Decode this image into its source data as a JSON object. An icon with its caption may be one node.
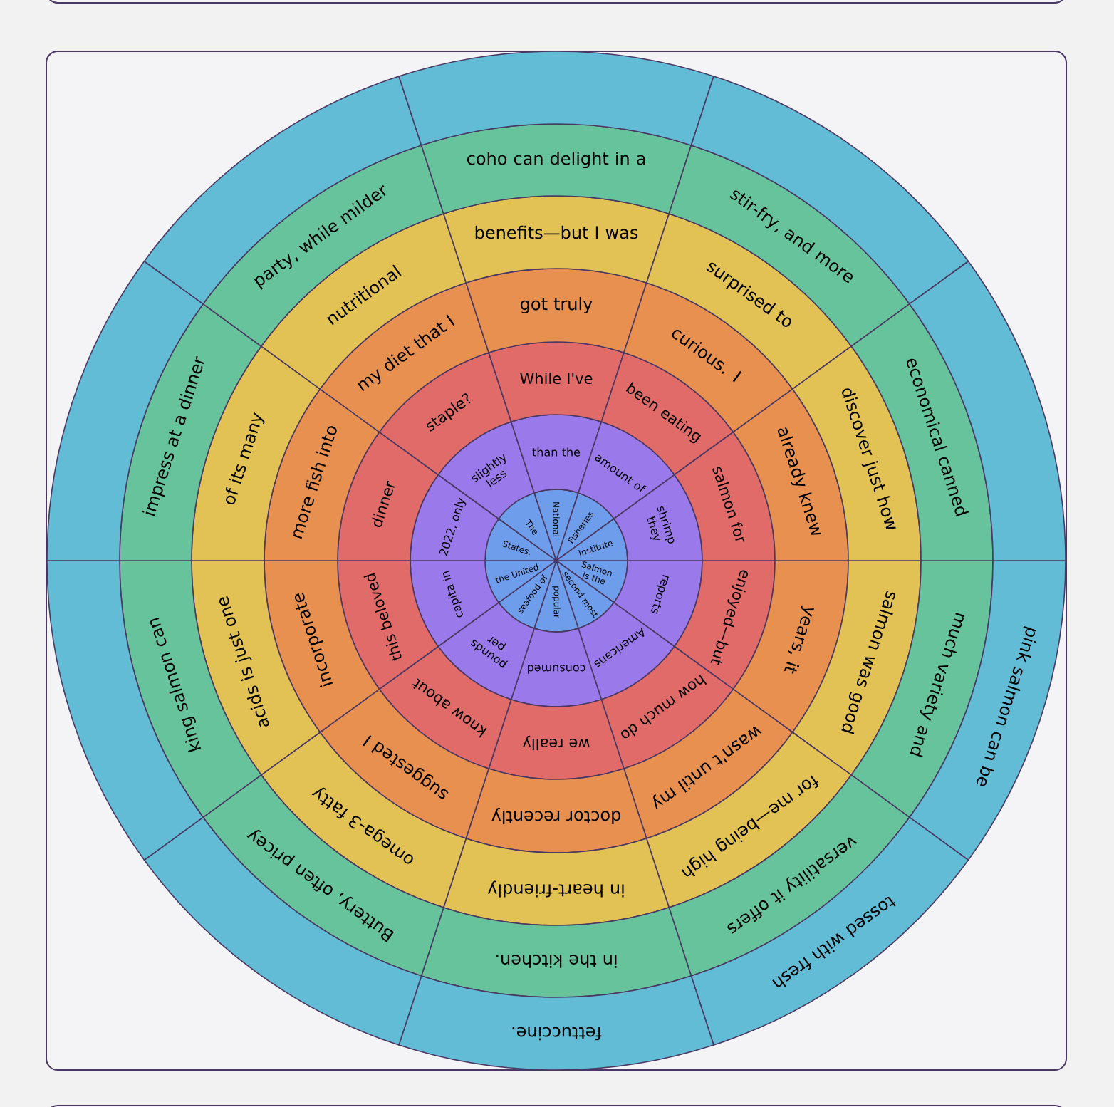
{
  "diagram": {
    "nodes": [
      {
        "text": [
          "Salmon is the"
        ]
      },
      {
        "text": [
          "second most"
        ]
      },
      {
        "text": [
          "popular"
        ]
      },
      {
        "text": [
          "seafood of"
        ]
      },
      {
        "text": [
          "the United"
        ]
      },
      {
        "text": [
          "States."
        ]
      },
      {
        "text": [
          "The"
        ]
      },
      {
        "text": [
          "National"
        ]
      },
      {
        "text": [
          "Fisheries"
        ]
      },
      {
        "text": [
          "Institute"
        ]
      },
      {
        "text": [
          "reports"
        ]
      },
      {
        "text": [
          "Americans"
        ]
      },
      {
        "text": [
          "consumed"
        ]
      },
      {
        "text": [
          "pounds per"
        ]
      },
      {
        "text": [
          "capita in"
        ]
      },
      {
        "text": [
          "2022, only"
        ]
      },
      {
        "text": [
          "slightly less"
        ]
      },
      {
        "text": [
          "than the"
        ]
      },
      {
        "text": [
          "amount of"
        ]
      },
      {
        "text": [
          "shrimp they"
        ]
      },
      {
        "text": [
          "enjoyed—but"
        ]
      },
      {
        "text": [
          "how much do"
        ]
      },
      {
        "text": [
          "we really"
        ]
      },
      {
        "text": [
          "know about"
        ]
      },
      {
        "text": [
          "this beloved"
        ]
      },
      {
        "text": [
          "dinner"
        ]
      },
      {
        "text": [
          "staple?"
        ]
      },
      {
        "text": [
          "While I've"
        ]
      },
      {
        "text": [
          "been eating"
        ]
      },
      {
        "text": [
          "salmon for"
        ]
      },
      {
        "text": [
          "years, it"
        ]
      },
      {
        "text": [
          "wasn't until my"
        ]
      },
      {
        "text": [
          "doctor recently"
        ]
      },
      {
        "text": [
          "suggested I"
        ]
      },
      {
        "text": [
          "incorporate"
        ]
      },
      {
        "text": [
          "more fish into"
        ]
      },
      {
        "text": [
          "my diet that I"
        ]
      },
      {
        "text": [
          "got truly"
        ]
      },
      {
        "text": [
          "curious. I"
        ]
      },
      {
        "text": [
          "already knew"
        ]
      },
      {
        "text": [
          "salmon was good"
        ]
      },
      {
        "text": [
          "for me—being high"
        ]
      },
      {
        "text": [
          "in heart-friendly"
        ]
      },
      {
        "text": [
          "omega-3 fatty"
        ]
      },
      {
        "text": [
          "acids is just one"
        ]
      },
      {
        "text": [
          "of its many"
        ]
      },
      {
        "text": [
          "nutritional"
        ]
      },
      {
        "text": [
          "benefits—but I was"
        ]
      },
      {
        "text": [
          "surprised to"
        ]
      },
      {
        "text": [
          "discover just how"
        ]
      },
      {
        "text": [
          "much variety and"
        ]
      },
      {
        "text": [
          "versatility it offers"
        ]
      },
      {
        "text": [
          "in the kitchen."
        ]
      },
      {
        "text": [
          "Buttery, often pricey"
        ]
      },
      {
        "text": [
          "king salmon can"
        ]
      },
      {
        "text": [
          "impress at a dinner"
        ]
      },
      {
        "text": [
          "party, while milder"
        ]
      },
      {
        "text": [
          "coho can delight in a"
        ]
      },
      {
        "text": [
          "stir-fry, and more"
        ]
      },
      {
        "text": [
          "economical canned"
        ]
      },
      {
        "text": [
          "pink salmon can be"
        ]
      },
      {
        "text": [
          "tossed with fresh"
        ]
      },
      {
        "text": [
          "fettuccine."
        ]
      },
      {
        "text": [],
        "shape": "sector"
      },
      {
        "text": [],
        "shape": "sector"
      },
      {
        "text": [],
        "shape": "sector"
      },
      {
        "text": [],
        "shape": "sector"
      },
      {
        "text": [],
        "shape": "sector"
      },
      {
        "text": [],
        "shape": "sector"
      },
      {
        "text": [],
        "shape": "sector"
      }
    ]
  }
}
